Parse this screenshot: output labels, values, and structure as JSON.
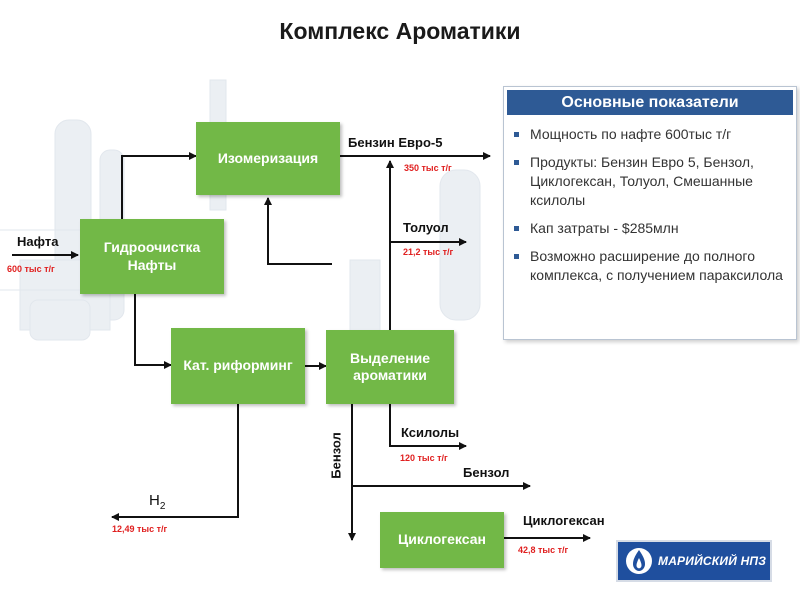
{
  "title": "Комплекс Ароматики",
  "process_units": {
    "hydrotreating": "Гидроочистка Нафты",
    "isomerization": "Изомеризация",
    "cat_reforming": "Кат. риформинг",
    "aromatics_extraction": "Выделение ароматики",
    "cyclohexane_unit": "Циклогексан"
  },
  "streams": {
    "feed_name": "Нафта",
    "feed_value": "600 тыс т/г",
    "gasoline_name": "Бензин Евро-5",
    "gasoline_value": "350 тыс т/г",
    "toluene_name": "Толуол",
    "toluene_value": "21,2 тыс т/г",
    "xylenes_name": "Ксилолы",
    "xylenes_value": "120 тыс т/г",
    "benzene_name": "Бензол",
    "benzene_vertical": "Бензол",
    "cyclohexane_name": "Циклогексан",
    "cyclohexane_value": "42,8 тыс т/г",
    "hydrogen_name": "H",
    "hydrogen_sub": "2",
    "hydrogen_value": "12,49 тыс т/г"
  },
  "indicators": {
    "header": "Основные показатели",
    "items": [
      "Мощность по нафте 600тыс т/г",
      "Продукты: Бензин Евро 5, Бензол, Циклогексан, Толуол, Смешанные ксилолы",
      "Кап затраты - $285млн",
      "Возможно расширение до полного комплекса, с получением параксилола"
    ]
  },
  "logo": {
    "text": "МАРИЙСКИЙ НПЗ"
  },
  "colors": {
    "box_green": "#72b847",
    "value_red": "#e02020",
    "panel_blue": "#2e5a95",
    "logo_blue": "#1f4f9e"
  },
  "icons": [
    "refinery-background",
    "flow-arrow",
    "bullet-square",
    "company-logo-icon"
  ]
}
